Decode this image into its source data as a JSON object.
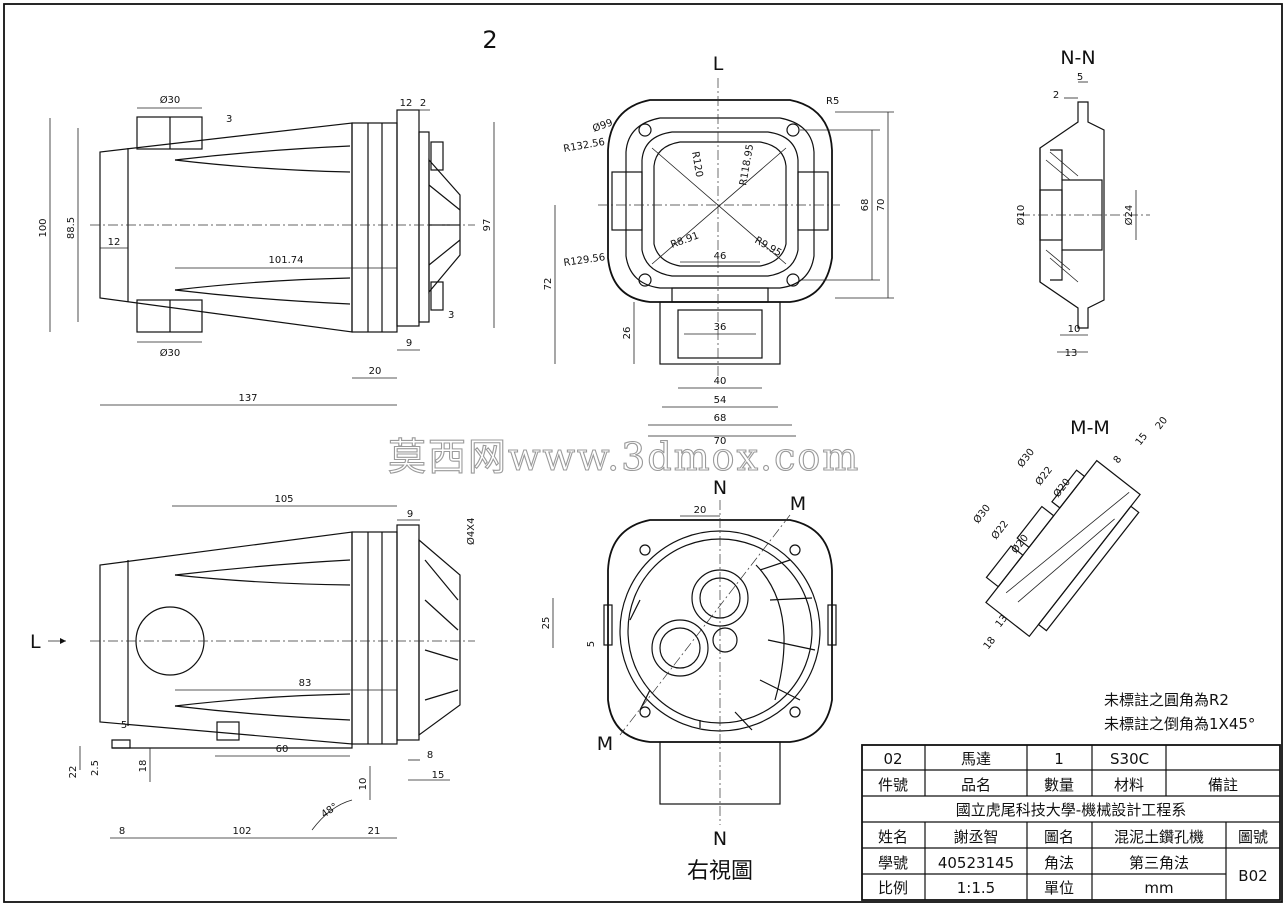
{
  "sheet_number": "2",
  "watermark": "莫西网www.3dmox.com",
  "view_labels": {
    "L_top": "L",
    "L_side": "L",
    "NN_title": "N-N",
    "MM_title": "M-M",
    "N_top": "N",
    "N_bottom": "N",
    "M_top": "M",
    "M_bottom": "M",
    "right_view": "右視圖"
  },
  "notes": {
    "fillet": "未標註之圓角為R2",
    "chamfer": "未標註之倒角為1X45°"
  },
  "dims_side_top": [
    "Ø30",
    "3",
    "12",
    "2",
    "100",
    "88.5",
    "12",
    "101.74",
    "97",
    "3",
    "Ø30",
    "9",
    "20",
    "137"
  ],
  "dims_front": [
    "R5",
    "Ø99",
    "R132.56",
    "R120",
    "R118.95",
    "68",
    "70",
    "72",
    "R129.56",
    "R8.91",
    "R9.95",
    "46",
    "26",
    "36",
    "40",
    "54",
    "68",
    "70"
  ],
  "dims_nn": [
    "5",
    "2",
    "Ø10",
    "Ø24",
    "10",
    "13"
  ],
  "dims_side_bottom": [
    "105",
    "9",
    "Ø4X4",
    "83",
    "60",
    "5",
    "22",
    "2.5",
    "18",
    "8",
    "15",
    "10",
    "48°",
    "8",
    "102",
    "21"
  ],
  "dims_rear": [
    "20",
    "25",
    "5"
  ],
  "dims_mm": [
    "Ø30",
    "Ø22",
    "20",
    "15",
    "8",
    "Ø20",
    "Ø30",
    "Ø22",
    "Ø20",
    "13",
    "18"
  ],
  "title_block": {
    "part_no": "02",
    "part_name": "馬達",
    "qty": "1",
    "material": "S30C",
    "remarks": "",
    "h_part_no": "件號",
    "h_part_name": "品名",
    "h_qty": "數量",
    "h_material": "材料",
    "h_remarks": "備註",
    "school": "國立虎尾科技大學-機械設計工程系",
    "h_name": "姓名",
    "name": "謝丞智",
    "h_drawing": "圖名",
    "drawing": "混泥土鑽孔機",
    "h_drawing_no": "圖號",
    "h_student_id": "學號",
    "student_id": "40523145",
    "h_projection": "角法",
    "projection": "第三角法",
    "drawing_no": "B02",
    "h_scale": "比例",
    "scale": "1:1.5",
    "h_unit": "單位",
    "unit": "mm"
  }
}
